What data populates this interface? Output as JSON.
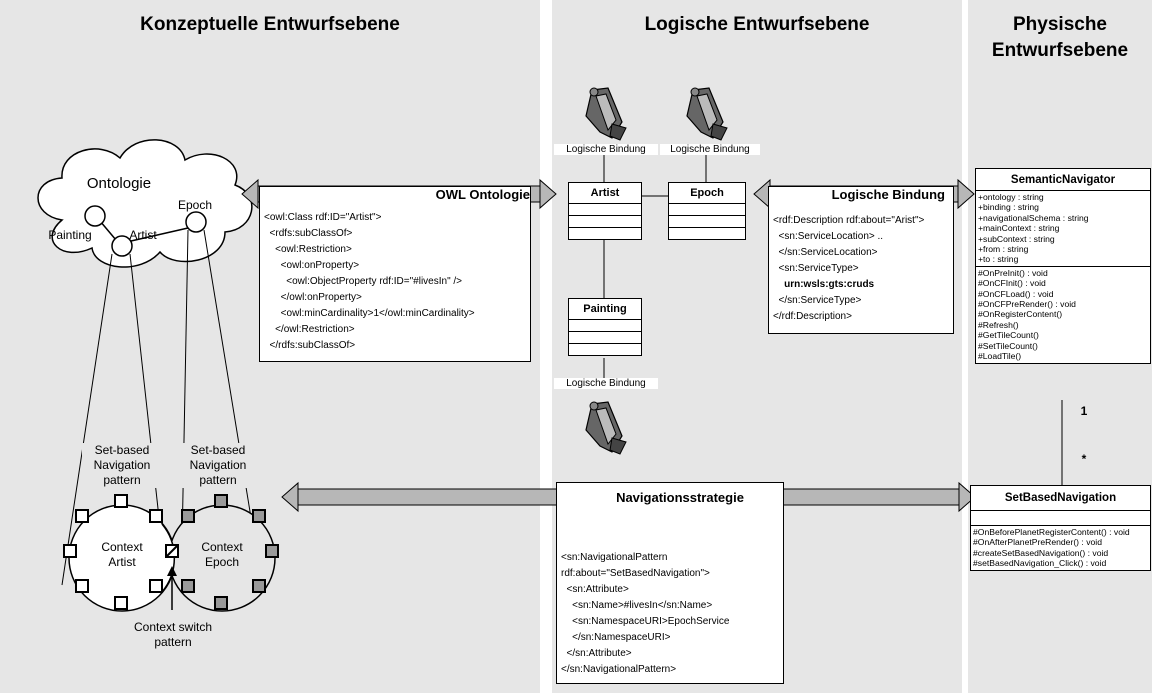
{
  "columns": {
    "conceptual_title": "Konzeptuelle Entwurfsebene",
    "logical_title": "Logische Entwurfsebene",
    "physical_title_line1": "Physische",
    "physical_title_line2": "Entwurfsebene"
  },
  "ontology": {
    "cloud_label": "Ontologie",
    "nodes": [
      "Painting",
      "Artist",
      "Epoch"
    ]
  },
  "owl": {
    "arrow_label": "OWL Ontologie",
    "code": [
      "<owl:Class rdf:ID=\"Artist\">",
      "  <rdfs:subClassOf>",
      "    <owl:Restriction>",
      "      <owl:onProperty>",
      "        <owl:ObjectProperty rdf:ID=\"#livesIn\" />",
      "      </owl:onProperty>",
      "      <owl:minCardinality>1</owl:minCardinality>",
      "    </owl:Restriction>",
      "  </rdfs:subClassOf>"
    ]
  },
  "logical": {
    "entities": [
      "Artist",
      "Epoch",
      "Painting"
    ],
    "binding_labels": [
      "Logische Bindung",
      "Logische Bindung",
      "Logische Bindung"
    ]
  },
  "binding": {
    "arrow_label": "Logische Bindung",
    "code": [
      "<rdf:Description rdf:about=\"Arist\">",
      "  <sn:ServiceLocation> ..",
      "  </sn:ServiceLocation>",
      "  <sn:ServiceType>",
      "    urn:wsls:gts:cruds",
      "  </sn:ServiceType>",
      "</rdf:Description>"
    ]
  },
  "navigation": {
    "arrow_label": "Navigationsstrategie",
    "code": [
      "<sn:NavigationalPattern",
      "rdf:about=\"SetBasedNavigation\">",
      "  <sn:Attribute>",
      "    <sn:Name>#livesIn</sn:Name>",
      "    <sn:NamespaceURI>EpochService",
      "    </sn:NamespaceURI>",
      "  </sn:Attribute>",
      "</sn:NavigationalPattern>"
    ]
  },
  "patterns": {
    "set_based_left": [
      "Set-based",
      "Navigation",
      "pattern"
    ],
    "set_based_right": [
      "Set-based",
      "Navigation",
      "pattern"
    ],
    "context_artist": [
      "Context",
      "Artist"
    ],
    "context_epoch": [
      "Context",
      "Epoch"
    ],
    "context_switch": [
      "Context switch",
      "pattern"
    ]
  },
  "semantic_navigator": {
    "name": "SemanticNavigator",
    "attributes": [
      "+ontology : string",
      "+binding : string",
      "+navigationalSchema : string",
      "+mainContext : string",
      "+subContext : string",
      "+from : string",
      "+to : string"
    ],
    "methods": [
      "#OnPreInit() : void",
      "#OnCFInit() : void",
      "#OnCFLoad() : void",
      "#OnCFPreRender() : void",
      "#OnRegisterContent()",
      "#Refresh()",
      "#GetTileCount()",
      "#SetTileCount()",
      "#LoadTile()"
    ]
  },
  "multiplicity": {
    "one": "1",
    "many": "*"
  },
  "set_based_navigation": {
    "name": "SetBasedNavigation",
    "methods": [
      "#OnBeforePlanetRegisterContent() : void",
      "#OnAfterPlanetPreRender() : void",
      "#createSetBasedNavigation() : void",
      "#setBasedNavigation_Click() : void"
    ]
  }
}
